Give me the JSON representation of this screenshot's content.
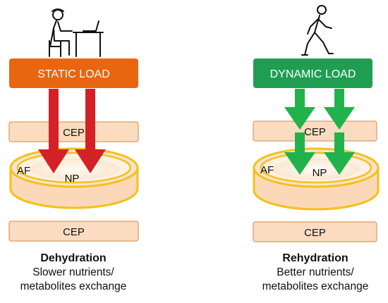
{
  "left": {
    "load_label": "STATIC LOAD",
    "load_color": "#e8660f",
    "arrow_color": "#d42127",
    "icon": "person-sitting-at-desk-icon",
    "disc": {
      "top_endplate": "CEP",
      "annulus": "AF",
      "nucleus": "NP",
      "bottom_endplate": "CEP"
    },
    "caption": {
      "title": "Dehydration",
      "line1": "Slower nutrients/",
      "line2": "metabolites exchange"
    }
  },
  "right": {
    "load_label": "DYNAMIC LOAD",
    "load_color": "#1f9e52",
    "arrow_color": "#22b24c",
    "icon": "person-walking-icon",
    "disc": {
      "top_endplate": "CEP",
      "annulus": "AF",
      "nucleus": "NP",
      "bottom_endplate": "CEP"
    },
    "caption": {
      "title": "Rehydration",
      "line1": "Better nutrients/",
      "line2": "metabolites exchange"
    }
  },
  "colors": {
    "endplate_fill": "#fbdcc0",
    "endplate_stroke": "#e4a777",
    "disc_side": "#fbd8b8",
    "disc_top": "#fbe3cc",
    "disc_inner": "#fdf1e2",
    "disc_stroke": "#f2c21b"
  }
}
